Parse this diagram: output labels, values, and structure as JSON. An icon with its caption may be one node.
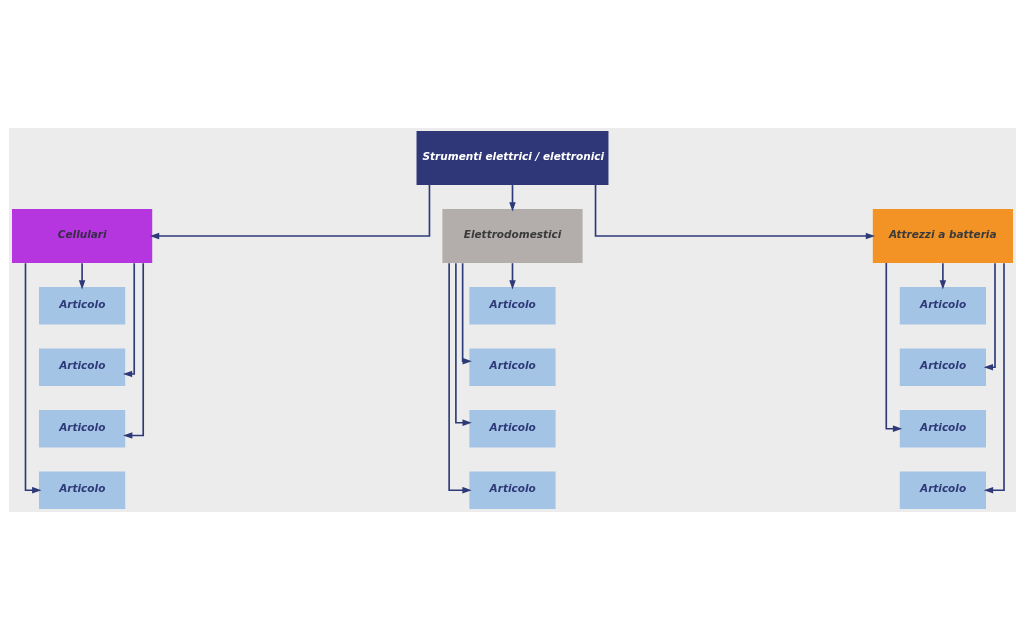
{
  "diagram": {
    "nodes": [
      {
        "text": [
          "Strumenti elettrici / elettronici"
        ]
      },
      {
        "text": [
          "Cellulari"
        ]
      },
      {
        "text": [
          "Elettrodomestici"
        ]
      },
      {
        "text": [
          "Attrezzi a batteria"
        ]
      },
      {
        "text": [
          "Articolo"
        ]
      },
      {
        "text": [
          "Articolo"
        ]
      },
      {
        "text": [
          "Articolo"
        ]
      },
      {
        "text": [
          "Articolo"
        ]
      },
      {
        "text": [
          "Articolo"
        ]
      },
      {
        "text": [
          "Articolo"
        ]
      },
      {
        "text": [
          "Articolo"
        ]
      },
      {
        "text": [
          "Articolo"
        ]
      },
      {
        "text": [
          "Articolo"
        ]
      },
      {
        "text": [
          "Articolo"
        ]
      },
      {
        "text": [
          "Articolo"
        ]
      },
      {
        "text": [
          "Articolo"
        ]
      }
    ],
    "edges": [
      {
        "from": 0,
        "to": 1,
        "arrow": "to"
      },
      {
        "from": 0,
        "to": 2,
        "arrow": "to"
      },
      {
        "from": 0,
        "to": 3,
        "arrow": "to"
      },
      {
        "from": 1,
        "to": 4,
        "arrow": "to"
      },
      {
        "from": 1,
        "to": 5,
        "arrow": "to"
      },
      {
        "from": 1,
        "to": 6,
        "arrow": "to"
      },
      {
        "from": 1,
        "to": 7,
        "arrow": "to"
      },
      {
        "from": 2,
        "to": 8,
        "arrow": "to"
      },
      {
        "from": 2,
        "to": 9,
        "arrow": "to"
      },
      {
        "from": 2,
        "to": 10,
        "arrow": "to"
      },
      {
        "from": 2,
        "to": 11,
        "arrow": "to"
      },
      {
        "from": 3,
        "to": 12,
        "arrow": "to"
      },
      {
        "from": 3,
        "to": 13,
        "arrow": "to"
      },
      {
        "from": 3,
        "to": 14,
        "arrow": "to"
      },
      {
        "from": 3,
        "to": 15,
        "arrow": "to"
      }
    ]
  }
}
